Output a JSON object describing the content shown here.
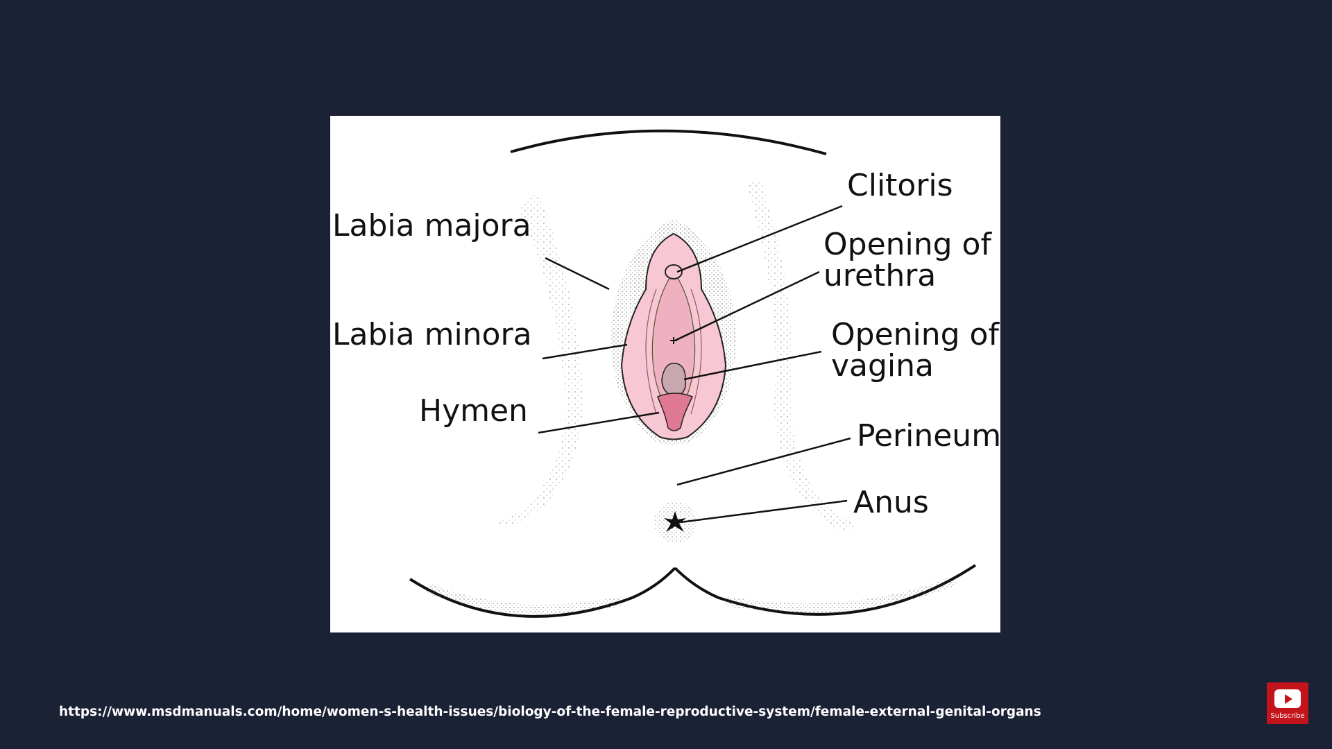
{
  "diagram": {
    "labels": {
      "labia_majora": "Labia majora",
      "labia_minora": "Labia minora",
      "hymen": "Hymen",
      "clitoris": "Clitoris",
      "urethra_line1": "Opening of",
      "urethra_line2": "urethra",
      "vagina_line1": "Opening of",
      "vagina_line2": "vagina",
      "perineum": "Perineum",
      "anus": "Anus"
    },
    "colors": {
      "outer_pink": "#f7c7d3",
      "inner_pink": "#e9a3b5",
      "hymen_pink": "#e07a94",
      "background": "#1b2235"
    }
  },
  "footer": {
    "source_url": "https://www.msdmanuals.com/home/women-s-health-issues/biology-of-the-female-reproductive-system/female-external-genital-organs"
  },
  "subscribe": {
    "label": "Subscribe",
    "icon": "youtube-play-icon"
  }
}
